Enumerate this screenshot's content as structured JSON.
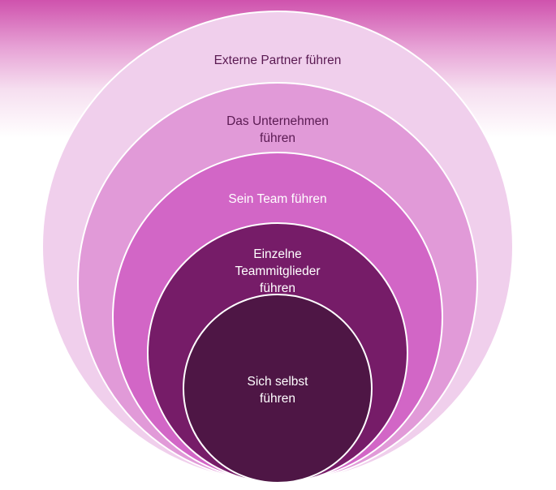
{
  "colors": {
    "background_top": "#cf52ad",
    "background_bottom": "#ffffff",
    "ring_1": "#f0cfec",
    "ring_2": "#e19ad8",
    "ring_3": "#d266c6",
    "ring_4": "#761c68",
    "ring_5": "#4e1645",
    "ring_border": "#ffffff",
    "text_dark": "#5a1a52",
    "text_light": "#ffffff"
  },
  "diagram": {
    "levels": [
      {
        "label": "Externe Partner führen"
      },
      {
        "label_line1": "Das Unternehmen",
        "label_line2": "führen"
      },
      {
        "label": "Sein Team führen"
      },
      {
        "label_line1": "Einzelne",
        "label_line2": "Teammitglieder",
        "label_line3": "führen"
      },
      {
        "label_line1": "Sich selbst",
        "label_line2": "führen"
      }
    ]
  }
}
